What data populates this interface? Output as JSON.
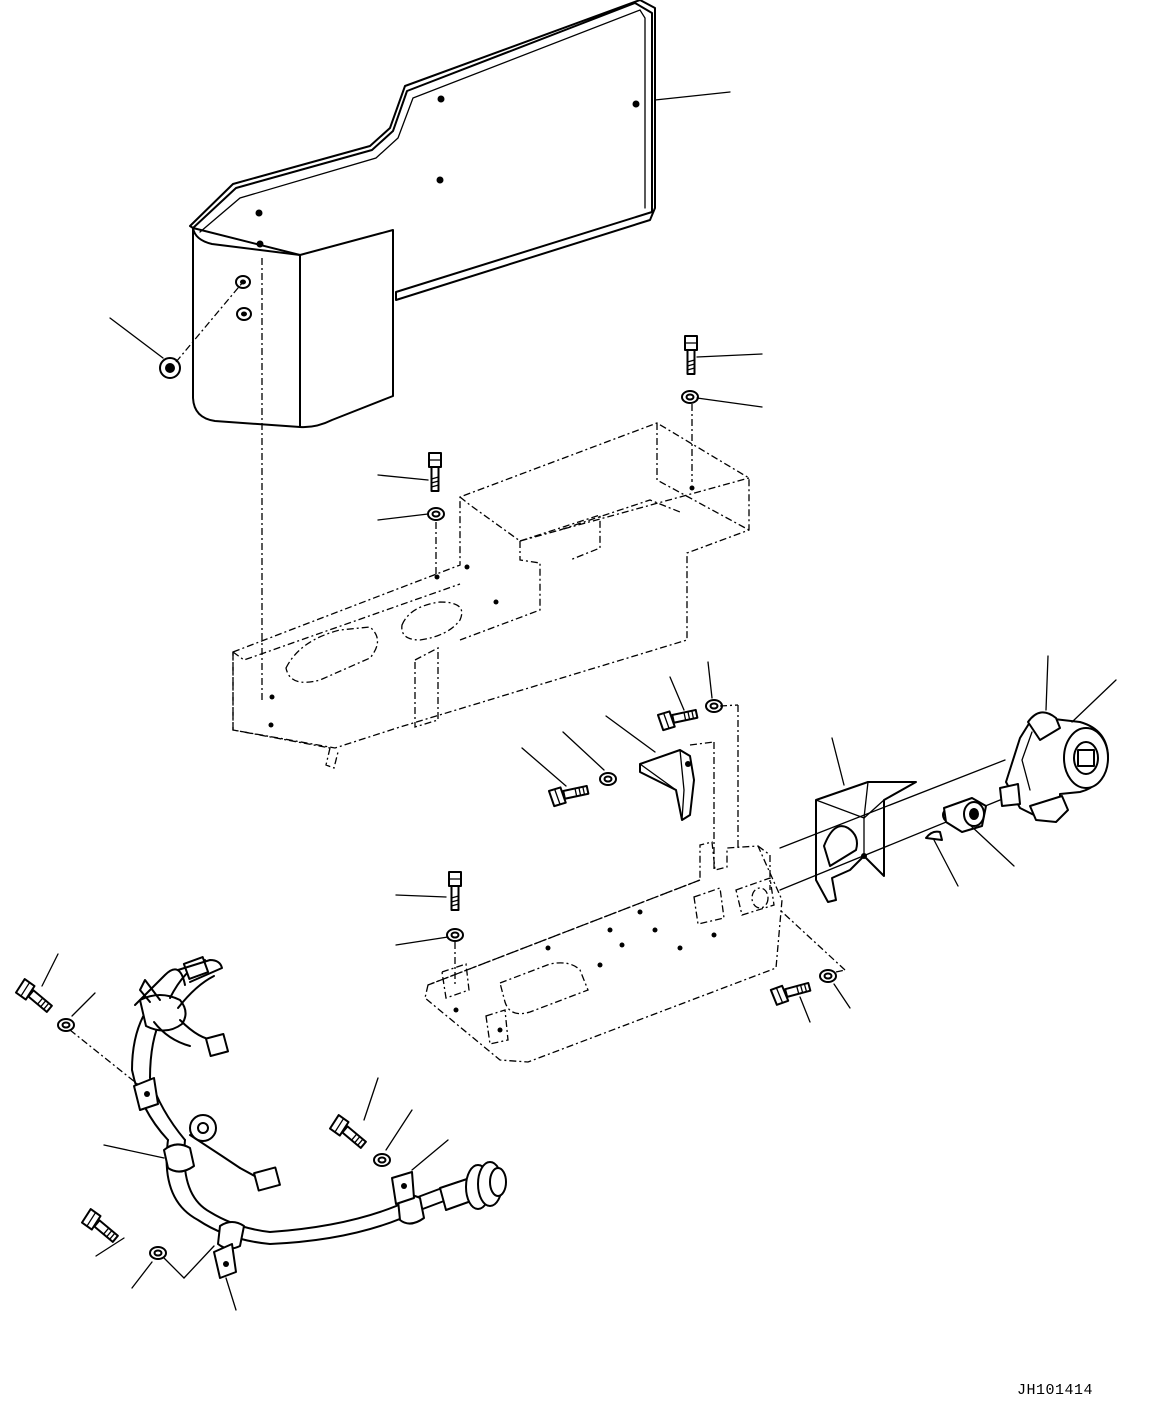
{
  "drawing": {
    "id": "JH101414"
  },
  "style": {
    "line_color": "#000000",
    "hidden_line_color": "#000000",
    "background": "#ffffff"
  },
  "parts": [
    {
      "name": "cover-panel",
      "callout": ""
    },
    {
      "name": "cover-bolt",
      "callout": ""
    },
    {
      "name": "console-frame",
      "callout": ""
    },
    {
      "name": "base-plate",
      "callout": ""
    },
    {
      "name": "wire-harness",
      "callout": ""
    },
    {
      "name": "key-switch",
      "callout": ""
    },
    {
      "name": "switch-bracket",
      "callout": ""
    },
    {
      "name": "cover-bracket",
      "callout": ""
    }
  ]
}
